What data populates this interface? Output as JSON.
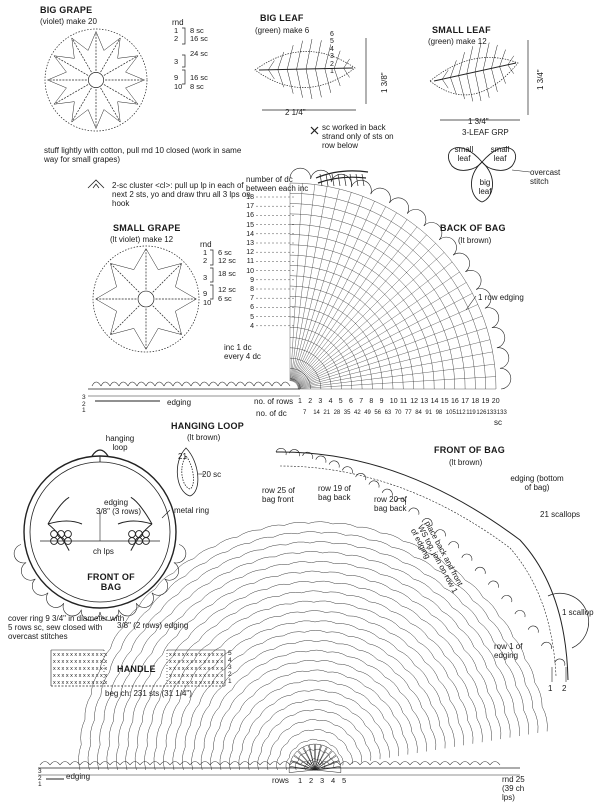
{
  "big_grape": {
    "title": "BIG GRAPE",
    "subtitle": "(violet) make 20",
    "rnd_header": "rnd",
    "rounds": [
      "8 sc",
      "16 sc",
      "24 sc",
      "16 sc",
      "8 sc"
    ],
    "round_nums": [
      "1",
      "2",
      "3",
      "9",
      "10"
    ],
    "note": "stuff lightly with cotton, pull rnd 10 closed (work in same way for small grapes)"
  },
  "big_leaf": {
    "title": "BIG LEAF",
    "subtitle": "(green) make 6",
    "height": "1 3/8\"",
    "width": "2 1/4\"",
    "rows": [
      "6",
      "5",
      "4",
      "3",
      "2",
      "1"
    ]
  },
  "small_leaf": {
    "title": "SMALL LEAF",
    "subtitle": "(green) make 12",
    "height": "1 3/4\"",
    "width": "1 3/4\""
  },
  "sc_note": "sc worked in back strand only of sts on row below",
  "cluster_note": "2-sc cluster <cl>: pull up lp in each of next 2 sts, yo and draw thru all 3 lps on hook",
  "three_leaf": {
    "title": "3-LEAF GRP",
    "small_leaf_1": "small leaf",
    "small_leaf_2": "small leaf",
    "big_leaf": "big leaf",
    "overcast": "overcast stitch"
  },
  "small_grape": {
    "title": "SMALL GRAPE",
    "subtitle": "(lt violet) make 12",
    "rnd_header": "rnd",
    "rounds": [
      "6 sc",
      "12 sc",
      "18 sc",
      "12 sc",
      "6 sc"
    ],
    "round_nums": [
      "1",
      "2",
      "3",
      "9",
      "10"
    ]
  },
  "back": {
    "dc_header": "number of dc between each inc",
    "dc_numbers": [
      "18",
      "17",
      "16",
      "15",
      "14",
      "13",
      "12",
      "11",
      "10",
      "9",
      "8",
      "7",
      "6",
      "5",
      "4"
    ],
    "title": "BACK OF BAG",
    "subtitle": "(lt brown)",
    "edging_note": "1 row edging",
    "inc_note": "inc 1 dc every 4 dc",
    "rows_label": "no. of rows",
    "rows": [
      "1",
      "2",
      "3",
      "4",
      "5",
      "6",
      "7",
      "8",
      "9",
      "10",
      "11",
      "12",
      "13",
      "14",
      "15",
      "16",
      "17",
      "18",
      "19",
      "20"
    ],
    "dc_label": "no. of dc",
    "dc_counts": [
      "7",
      "14",
      "21",
      "28",
      "35",
      "42",
      "49",
      "56",
      "63",
      "70",
      "77",
      "84",
      "91",
      "98",
      "105",
      "112",
      "119",
      "126",
      "133",
      "133"
    ],
    "sc_label": "sc",
    "edging_label": "edging",
    "side_rows": [
      "3",
      "2",
      "1"
    ]
  },
  "hanging_loop": {
    "title": "HANGING LOOP",
    "subtitle": "(lt brown)",
    "sc_count": "20 sc",
    "row_num": "21"
  },
  "ring_diagram": {
    "hanging_loop": "hanging loop",
    "edging": "edging",
    "edging_size": "3/8\" (3 rows)",
    "metal_ring": "metal ring",
    "ch_lps": "ch lps",
    "front": "FRONT OF BAG",
    "cover_note": "cover ring 9 3/4\" in diameter with 5 rows sc, sew closed with overcast stitches",
    "edging2": "3/8\" (2 rows) edging"
  },
  "handle": {
    "title": "HANDLE",
    "beg_note": "beg ch: 231 sts (31 1/4\")",
    "rows": [
      "5",
      "4",
      "3",
      "2",
      "1"
    ],
    "x_row": "x x x x x x x x x x x x x"
  },
  "front": {
    "title": "FRONT OF BAG",
    "subtitle": "(lt brown)",
    "edging": "edging (bottom of bag)",
    "scallops": "21 scallops",
    "row25": "row 25 of bag front",
    "row19": "row 19 of bag back",
    "row20": "row 20 of bag back",
    "place_note": "place back and front WS tog, join on row 1 of edging",
    "one_scallop": "1 scallop",
    "row1_edging": "row 1 of edging",
    "arrows": [
      "1",
      "2"
    ],
    "rows_label": "rows",
    "rows": [
      "1",
      "2",
      "3",
      "4",
      "5"
    ],
    "rnd25": "rnd 25 (39 ch lps)",
    "edging_label": "edging",
    "side_rows": [
      "3",
      "2",
      "1"
    ]
  }
}
